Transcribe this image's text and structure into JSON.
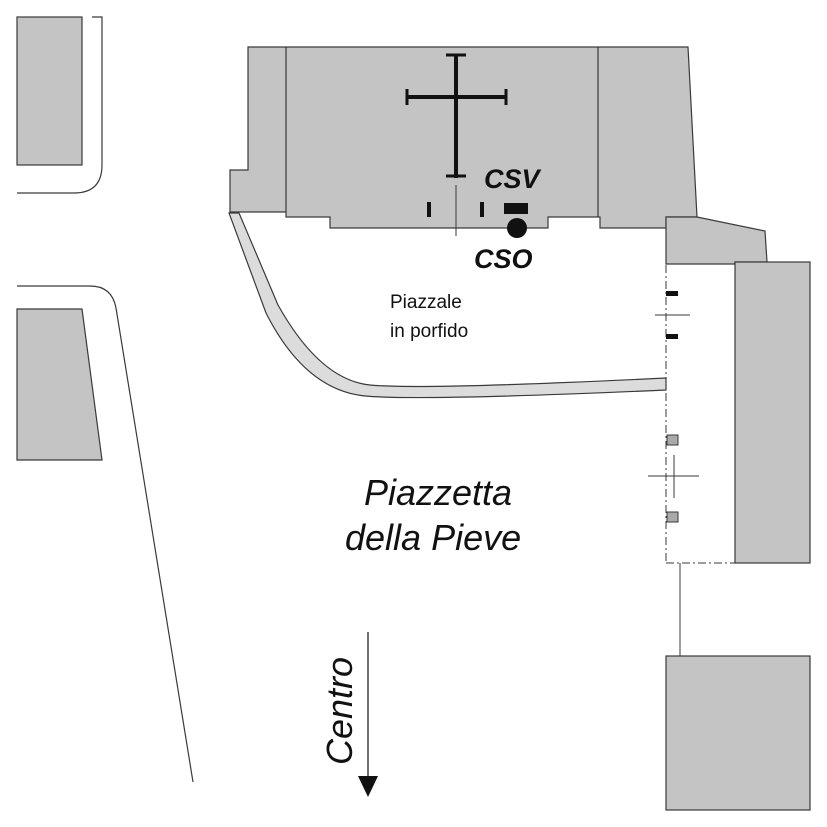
{
  "labels": {
    "csv": "CSV",
    "cso": "CSO",
    "piazzale_line1": "Piazzale",
    "piazzale_line2": "in porfido",
    "piazzetta_line1": "Piazzetta",
    "piazzetta_line2": "della Pieve",
    "centro": "Centro"
  },
  "icons": {
    "church": "latin-cross-icon",
    "direction": "arrow-down-icon",
    "station_cso": "filled-circle-marker",
    "station_csv": "filled-rectangle-marker"
  },
  "colors": {
    "building": "#c4c4c4",
    "outline": "#3a3a3a",
    "path_fill": "#dcdcdc",
    "background": "#ffffff"
  }
}
